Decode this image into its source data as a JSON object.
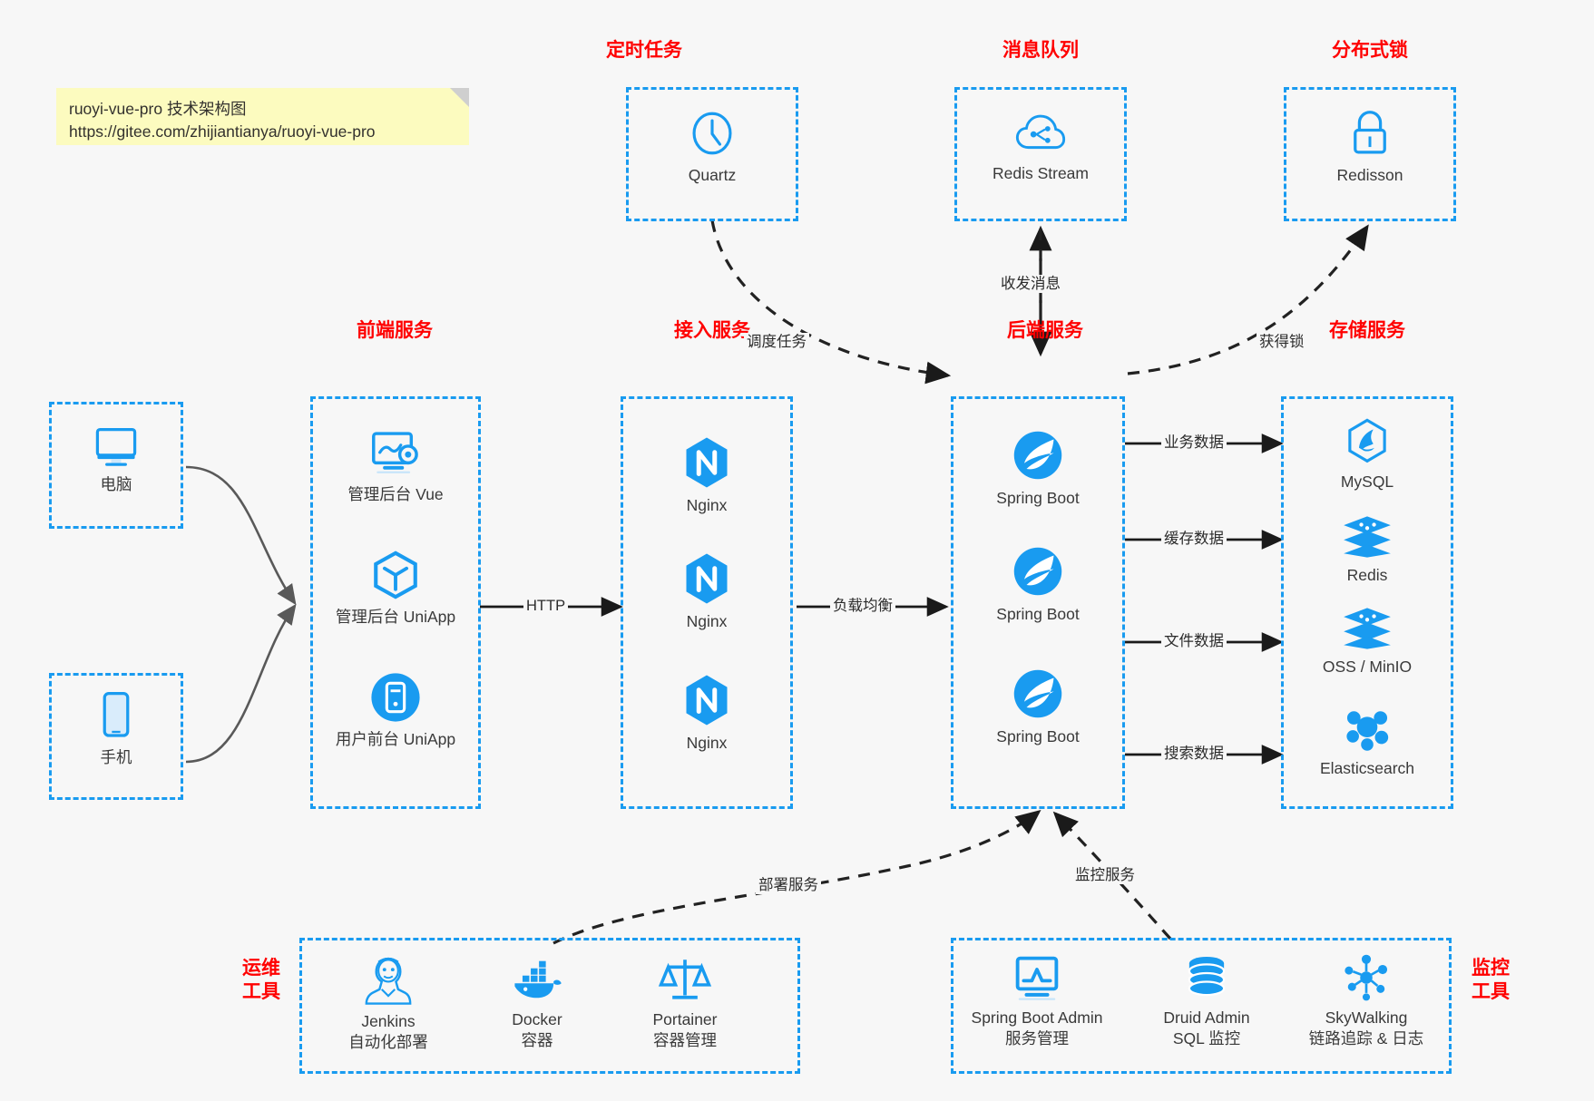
{
  "note": {
    "line1": "ruoyi-vue-pro 技术架构图",
    "line2": "https://gitee.com/zhijiantianya/ruoyi-vue-pro",
    "bg_color": "#fcfbbf"
  },
  "theme": {
    "accent_blue": "#199BF0",
    "group_title_color": "#ff0000",
    "background": "#f7f7f7",
    "arrow_gray": "#595959",
    "arrow_black": "#1a1a1a"
  },
  "groups": {
    "scheduler": {
      "title": "定时任务",
      "nodes": [
        {
          "icon": "clock-icon",
          "label": "Quartz"
        }
      ]
    },
    "mq": {
      "title": "消息队列",
      "nodes": [
        {
          "icon": "cloud-stream-icon",
          "label": "Redis Stream"
        }
      ]
    },
    "lock": {
      "title": "分布式锁",
      "nodes": [
        {
          "icon": "lock-icon",
          "label": "Redisson"
        }
      ]
    },
    "clients": {
      "nodes": [
        {
          "icon": "desktop-icon",
          "label": "电脑"
        },
        {
          "icon": "mobile-icon",
          "label": "手机"
        }
      ]
    },
    "frontend": {
      "title": "前端服务",
      "nodes": [
        {
          "icon": "admin-dashboard-icon",
          "label": "管理后台 Vue"
        },
        {
          "icon": "cube-icon",
          "label": "管理后台 UniApp"
        },
        {
          "icon": "app-circle-icon",
          "label": "用户前台 UniApp"
        }
      ]
    },
    "gateway": {
      "title": "接入服务",
      "nodes": [
        {
          "icon": "nginx-icon",
          "label": "Nginx"
        },
        {
          "icon": "nginx-icon",
          "label": "Nginx"
        },
        {
          "icon": "nginx-icon",
          "label": "Nginx"
        }
      ]
    },
    "backend": {
      "title": "后端服务",
      "nodes": [
        {
          "icon": "spring-boot-icon",
          "label": "Spring Boot"
        },
        {
          "icon": "spring-boot-icon",
          "label": "Spring Boot"
        },
        {
          "icon": "spring-boot-icon",
          "label": "Spring Boot"
        }
      ]
    },
    "storage": {
      "title": "存储服务",
      "nodes": [
        {
          "icon": "mysql-icon",
          "label": "MySQL"
        },
        {
          "icon": "redis-icon",
          "label": "Redis"
        },
        {
          "icon": "oss-icon",
          "label": "OSS / MinIO"
        },
        {
          "icon": "elasticsearch-icon",
          "label": "Elasticsearch"
        }
      ]
    },
    "devops": {
      "title": "运维\n工具",
      "title_line1": "运维",
      "title_line2": "工具",
      "nodes": [
        {
          "icon": "jenkins-icon",
          "label": "Jenkins",
          "sub": "自动化部署"
        },
        {
          "icon": "docker-icon",
          "label": "Docker",
          "sub": "容器"
        },
        {
          "icon": "portainer-icon",
          "label": "Portainer",
          "sub": "容器管理"
        }
      ]
    },
    "monitor": {
      "title_line1": "监控",
      "title_line2": "工具",
      "nodes": [
        {
          "icon": "chart-monitor-icon",
          "label": "Spring Boot Admin",
          "sub": "服务管理"
        },
        {
          "icon": "database-icon",
          "label": "Druid Admin",
          "sub": "SQL 监控"
        },
        {
          "icon": "skywalking-icon",
          "label": "SkyWalking",
          "sub": "链路追踪 & 日志"
        }
      ]
    }
  },
  "edges": {
    "http": "HTTP",
    "load_balance": "负载均衡",
    "schedule_task": "调度任务",
    "send_receive_message": "收发消息",
    "acquire_lock": "获得锁",
    "business_data": "业务数据",
    "cache_data": "缓存数据",
    "file_data": "文件数据",
    "search_data": "搜索数据",
    "deploy_service": "部署服务",
    "monitor_service": "监控服务"
  }
}
